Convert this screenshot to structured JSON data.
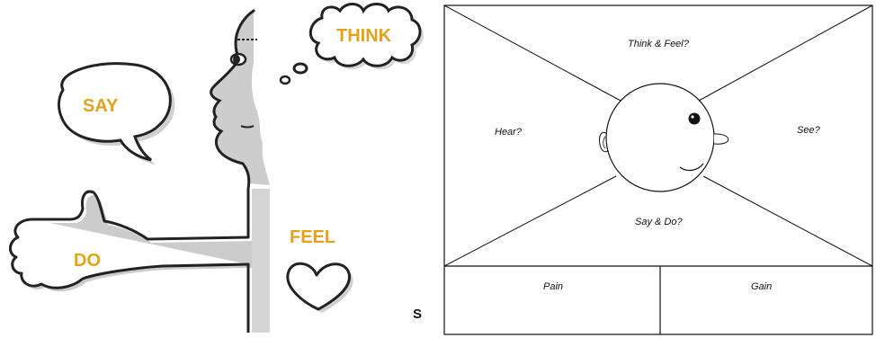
{
  "sketch": {
    "think": "THINK",
    "say": "SAY",
    "feel": "FEEL",
    "do": "DO",
    "stray": "S"
  },
  "empathy_map": {
    "think_feel": "Think & Feel?",
    "hear": "Hear?",
    "see": "See?",
    "say_do": "Say & Do?",
    "pain": "Pain",
    "gain": "Gain"
  },
  "colors": {
    "label_gold": "#E3A11C",
    "line": "#222222",
    "shadow": "#BDBDBD"
  }
}
